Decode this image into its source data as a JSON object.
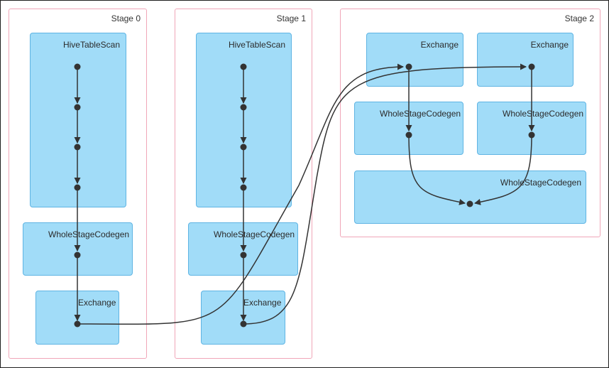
{
  "stages": [
    {
      "label": "Stage 0"
    },
    {
      "label": "Stage 1"
    },
    {
      "label": "Stage 2"
    }
  ],
  "clusters": {
    "hive_scan": "HiveTableScan",
    "codegen": "WholeStageCodegen",
    "exchange": "Exchange"
  },
  "colors": {
    "stage_border": "#f0a6b8",
    "cluster_fill": "#a1dcf8",
    "cluster_border": "#5fb4e3",
    "node": "#333333",
    "edge": "#333333"
  }
}
